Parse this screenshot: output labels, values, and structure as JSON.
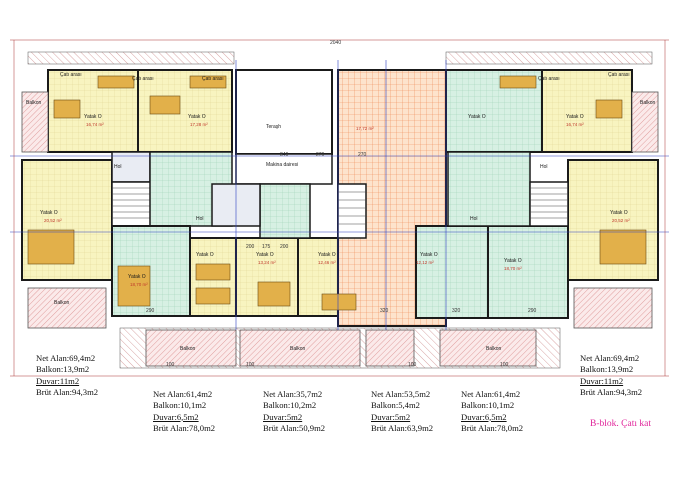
{
  "plan": {
    "room_labels": {
      "tl_yatak": "Yatak O",
      "tl_yatak2": "Yatak O",
      "tl_yatak3": "Yatak O",
      "bl_yatak": "Yatak O",
      "mc_yatak1": "Yatak O",
      "mc_yatak2": "Yatak O",
      "mc_yatak3": "Yatak O",
      "mr_yatak1": "Yatak O",
      "mr_yatak2": "Yatak O",
      "tr_yatak1": "Yatak O",
      "tr_yatak2": "Yatak O",
      "tr_yatak3": "Yatak O",
      "teras": "Teraşh",
      "makina": "Makina dairesi",
      "hol1": "Hol",
      "hol2": "Hol",
      "hol3": "Hol",
      "hol4": "Hol",
      "balkon1": "Balkon",
      "balkon2": "Balkon",
      "balkon3": "Balkon",
      "balkon4": "Balkon",
      "balkon5": "Balkon",
      "balkon6": "Balkon",
      "cati1": "Çatı arası",
      "cati2": "Çatı arası",
      "cati3": "Çatı arası",
      "cati4": "Çatı arası",
      "cati5": "Çatı arası"
    },
    "dims": {
      "d1": "840",
      "d2": "270",
      "d3": "270",
      "d4": "200",
      "d5": "175",
      "d6": "200",
      "d7": "320",
      "d8": "320",
      "d9": "290",
      "d10": "290",
      "d11": "100",
      "d12": "100",
      "d13": "100",
      "d14": "100",
      "d15": "2040"
    }
  },
  "units": [
    {
      "net": "Net Alan:69,4m2",
      "balkon": "Balkon:13,9m2",
      "duvar": "Duvar:11m2",
      "brut": "Brüt Alan:94,3m2"
    },
    {
      "net": "Net Alan:61,4m2",
      "balkon": "Balkon:10,1m2",
      "duvar": "Duvar:6,5m2",
      "brut": "Brüt Alan:78,0m2"
    },
    {
      "net": "Net Alan:35,7m2",
      "balkon": "Balkon:10,2m2",
      "duvar": "Duvar:5m2",
      "brut": "Brüt Alan:50,9m2"
    },
    {
      "net": "Net Alan:53,5m2",
      "balkon": "Balkon:5,4m2",
      "duvar": "Duvar:5m2",
      "brut": "Brüt Alan:63,9m2"
    },
    {
      "net": "Net Alan:61,4m2",
      "balkon": "Balkon:10,1m2",
      "duvar": "Duvar:6,5m2",
      "brut": "Brüt Alan:78,0m2"
    },
    {
      "net": "Net Alan:69,4m2",
      "balkon": "Balkon:13,9m2",
      "duvar": "Duvar:11m2",
      "brut": "Brüt Alan:94,3m2"
    }
  ],
  "block_title": "B-blok. Çatı kat",
  "colors": {
    "yellow_room": "#f7f3b4",
    "green_room": "#cfeedd",
    "orange_grid": "#f6b98a",
    "balcony_hatch": "#d98b8b",
    "wall": "#1a1a1a",
    "title": "#e0249a"
  }
}
